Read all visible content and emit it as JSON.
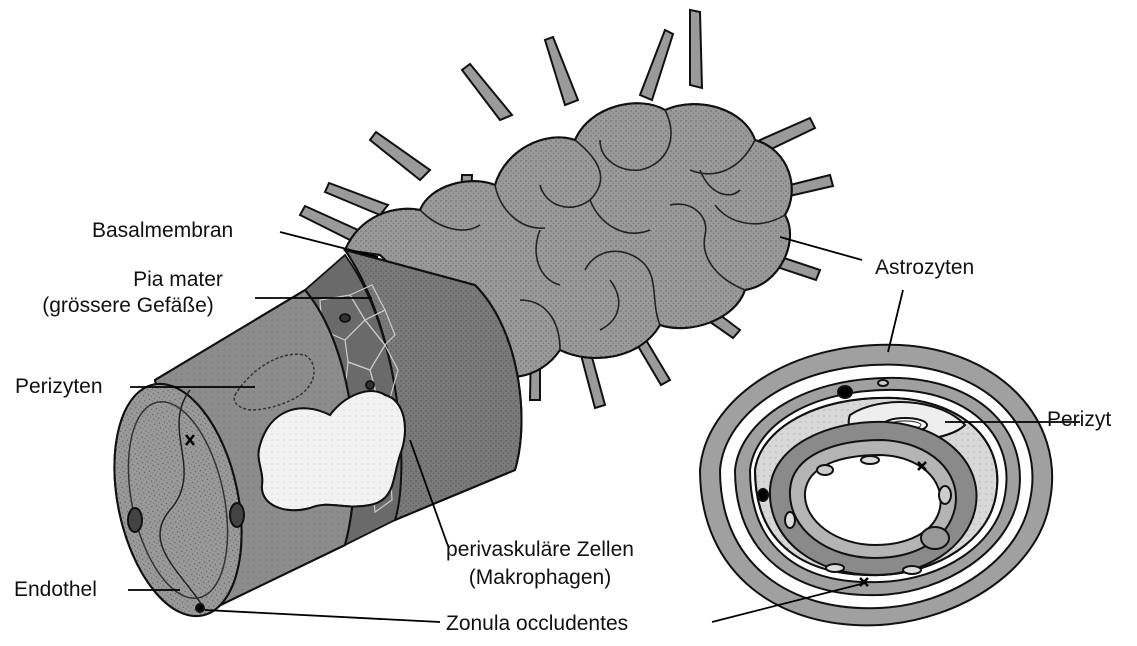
{
  "labels": {
    "basalmembran": "Basalmembran",
    "pia_mater": "Pia mater",
    "pia_mater_sub": "(grössere Gefäße)",
    "perizyten": "Perizyten",
    "endothel": "Endothel",
    "perivaskulaere": "perivaskuläre Zellen",
    "makrophagen": "(Makrophagen)",
    "zonula": "Zonula occludentes",
    "astrozyten": "Astrozyten",
    "perizyt": "Perizyt"
  },
  "colors": {
    "background": "#ffffff",
    "ink": "#111111",
    "astrocyte_fill": "#9a9a9a",
    "vessel_fill": "#8c8c8c",
    "band_fill": "#7a7a7a",
    "pia_fill": "#6a6a6a",
    "macrophage_fill": "#f2f2f2"
  }
}
